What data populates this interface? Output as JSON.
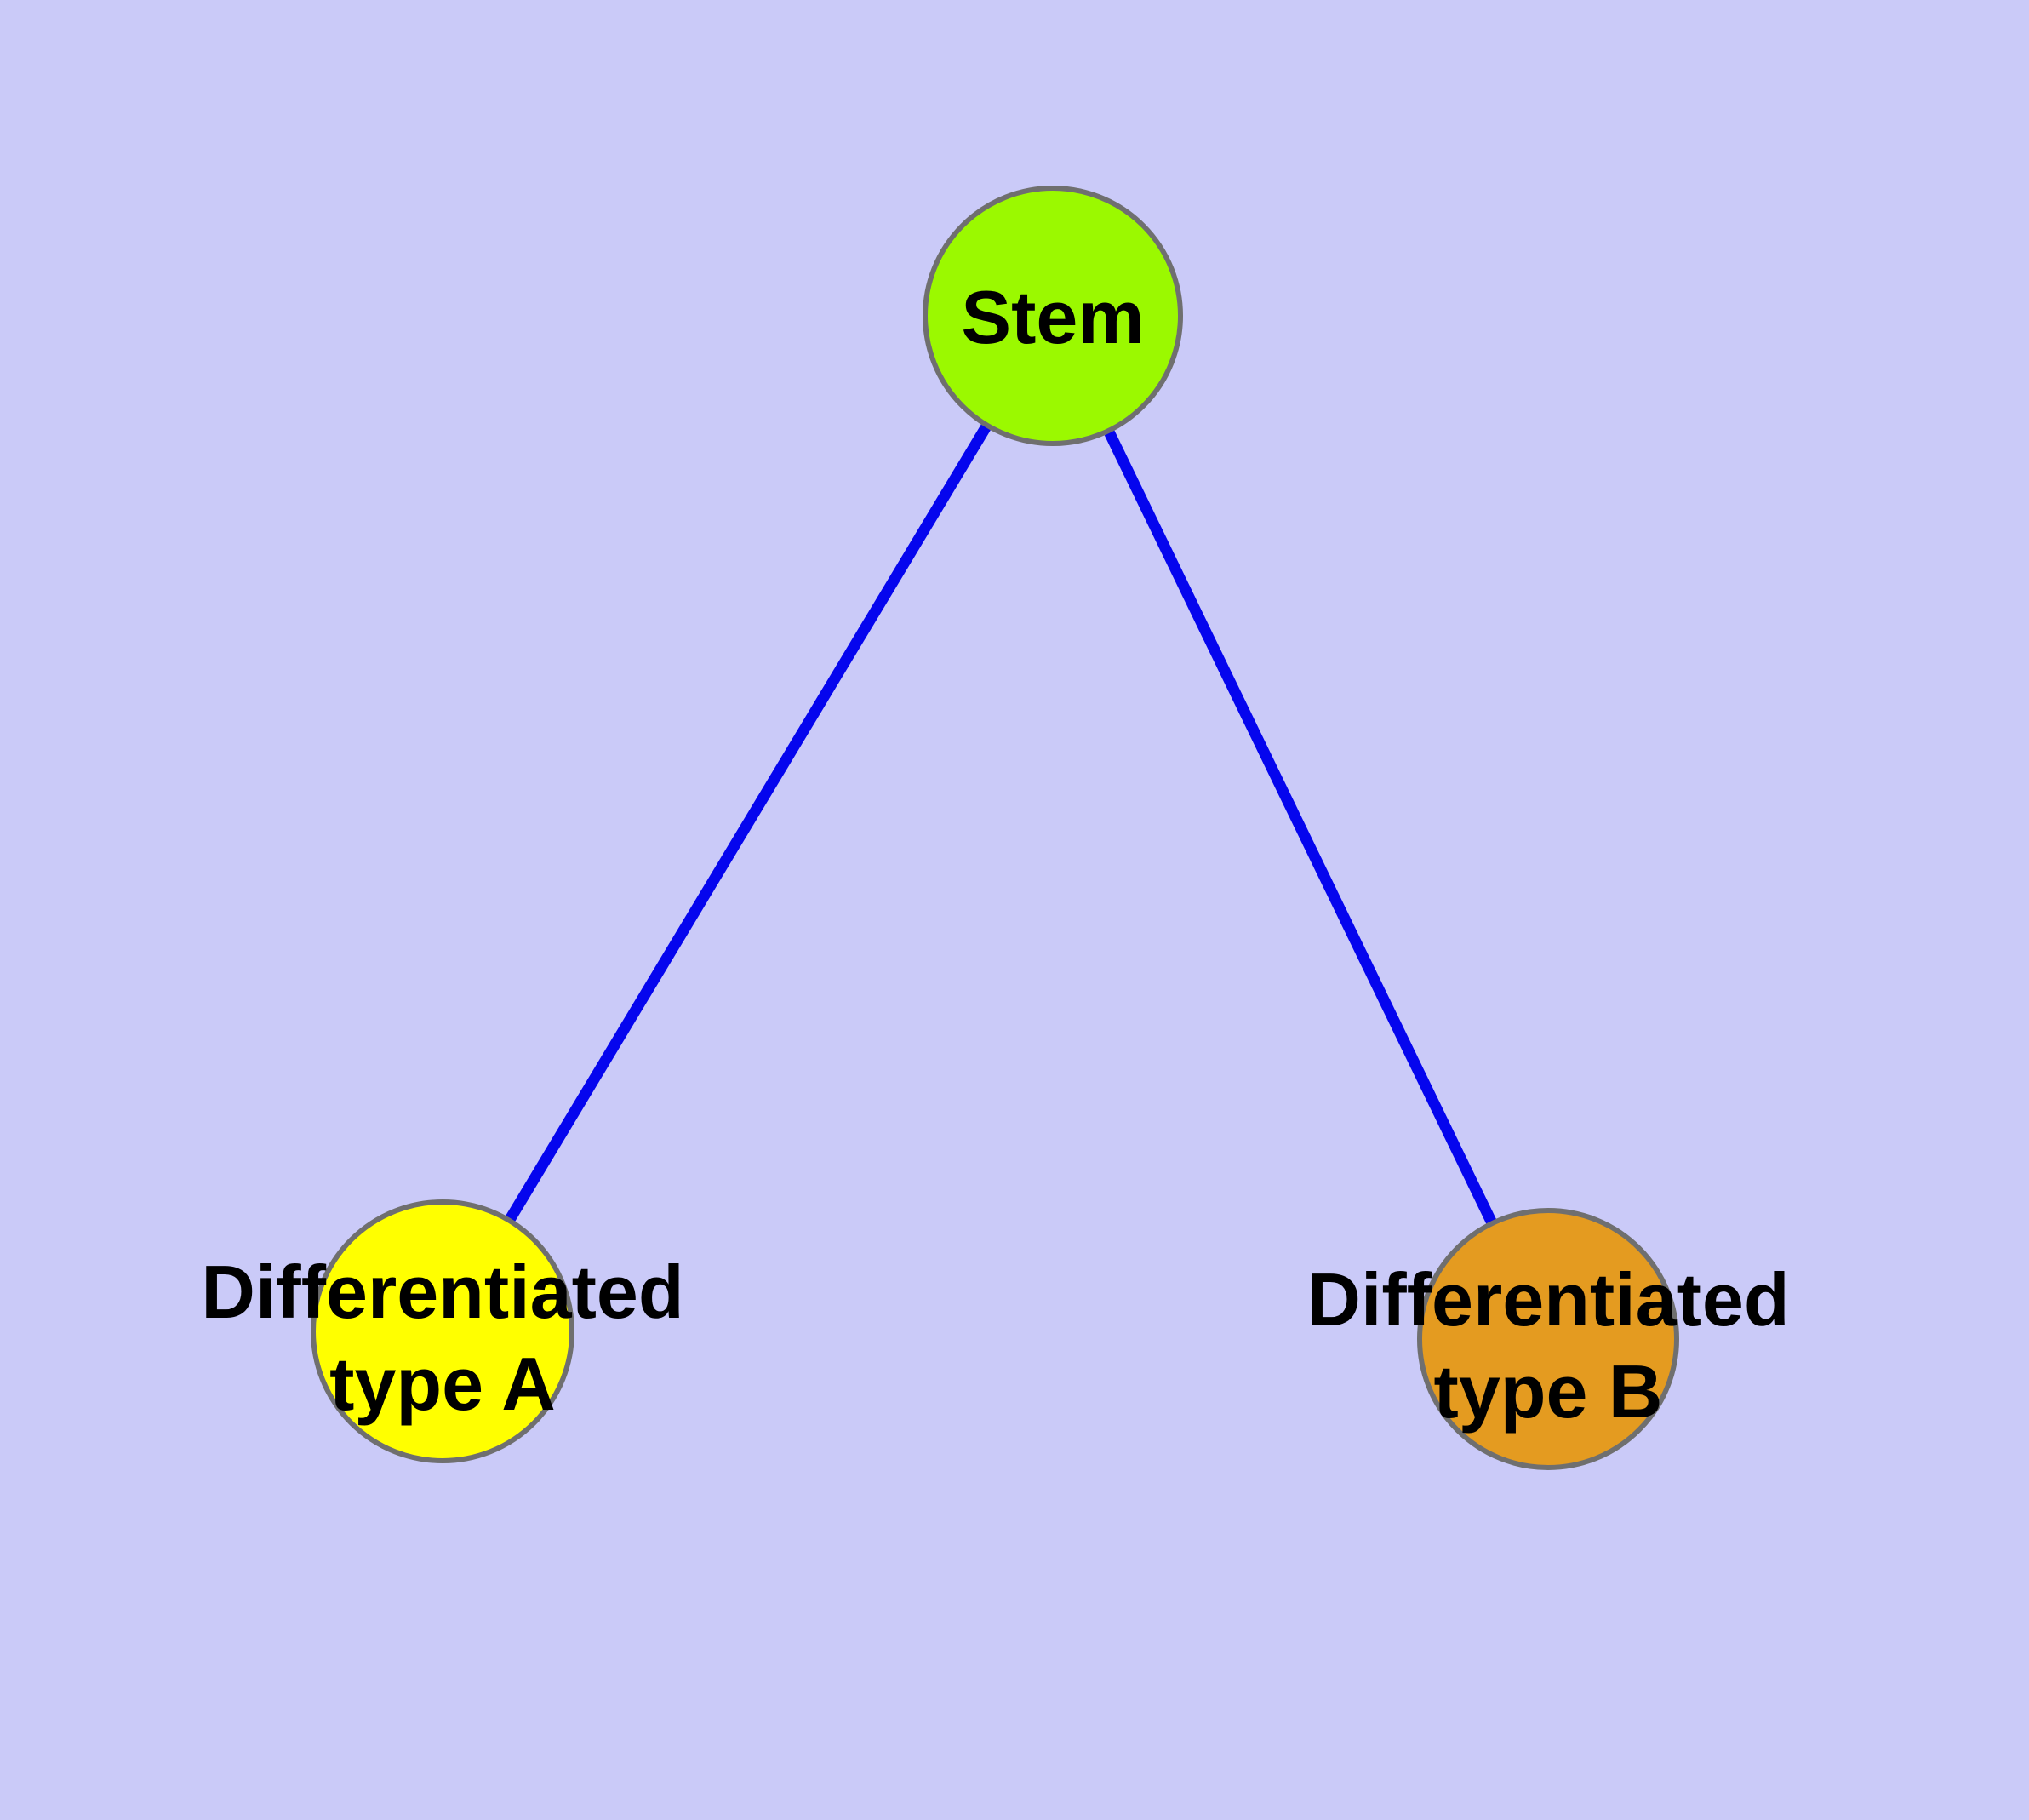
{
  "figure": {
    "background_color": "#CACAF8",
    "edge_color": "#0505EE",
    "node_border_color": "#6F6F6F",
    "label_color": "#000000"
  },
  "graph": {
    "nodes": {
      "stem": {
        "label": "Stem",
        "fill": "#9BF900"
      },
      "type_a": {
        "label": "Differentiated type A",
        "label_line1": "Differentiated",
        "label_line2": "type A",
        "fill": "#FFFF00"
      },
      "type_b": {
        "label": "Differentiated type B",
        "label_line1": "Differentiated",
        "label_line2": "type B",
        "fill": "#E49B20"
      }
    },
    "edges": [
      {
        "from": "Stem",
        "to": "Differentiated type A"
      },
      {
        "from": "Stem",
        "to": "Differentiated type B"
      }
    ]
  }
}
